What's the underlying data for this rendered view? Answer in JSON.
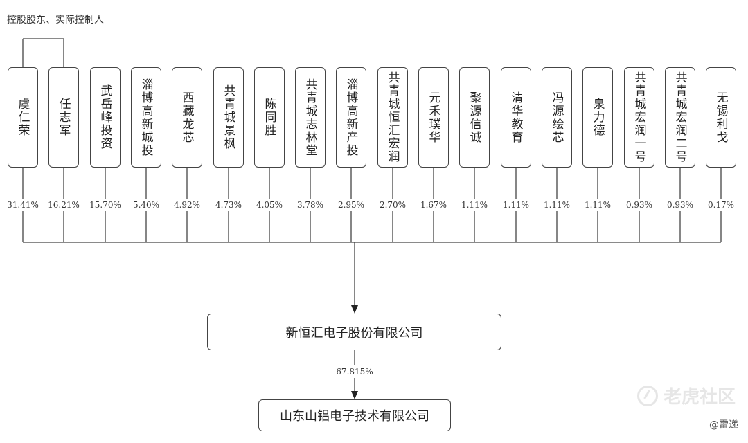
{
  "diagram": {
    "top_label": "控股股东、实际控制人",
    "shareholders": [
      {
        "name": "虞仁荣",
        "pct": "31.41%"
      },
      {
        "name": "任志军",
        "pct": "16.21%"
      },
      {
        "name": "武岳峰投资",
        "pct": "15.70%"
      },
      {
        "name": "淄博高新城投",
        "pct": "5.40%"
      },
      {
        "name": "西藏龙芯",
        "pct": "4.92%"
      },
      {
        "name": "共青城景枫",
        "pct": "4.73%"
      },
      {
        "name": "陈同胜",
        "pct": "4.05%"
      },
      {
        "name": "共青城志林堂",
        "pct": "3.78%"
      },
      {
        "name": "淄博高新产投",
        "pct": "2.95%"
      },
      {
        "name": "共青城恒汇宏润",
        "pct": "2.70%"
      },
      {
        "name": "元禾璞华",
        "pct": "1.67%"
      },
      {
        "name": "聚源信诚",
        "pct": "1.11%"
      },
      {
        "name": "清华教育",
        "pct": "1.11%"
      },
      {
        "name": "冯源绘芯",
        "pct": "1.11%"
      },
      {
        "name": "泉力德",
        "pct": "1.11%"
      },
      {
        "name": "共青城宏润一号",
        "pct": "0.93%"
      },
      {
        "name": "共青城宏润二号",
        "pct": "0.93%"
      },
      {
        "name": "无锡利戈",
        "pct": "0.17%"
      }
    ],
    "parent_company": "新恒汇电子股份有限公司",
    "subsidiary_pct": "67.815%",
    "subsidiary": "山东山铝电子技术有限公司"
  },
  "watermark": {
    "text": "老虎社区",
    "attribution": "@雷递"
  },
  "colors": {
    "line": "#444444",
    "text": "#222222",
    "watermark": "#e6e6e6"
  }
}
